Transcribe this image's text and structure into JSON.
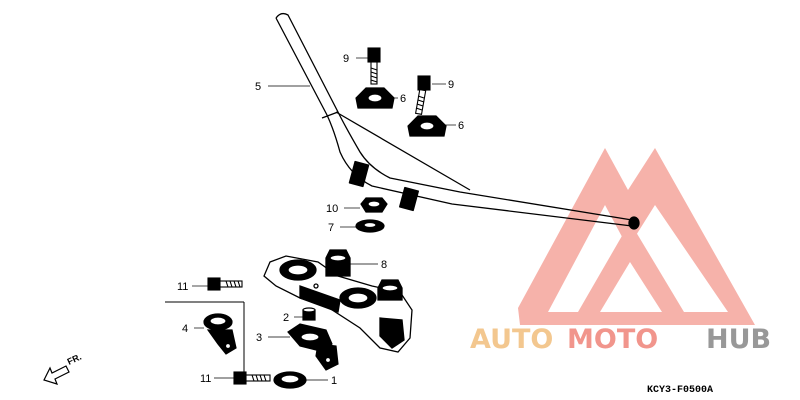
{
  "diagram": {
    "callouts": {
      "p1": "1",
      "p2": "2",
      "p3": "3",
      "p4": "4",
      "p5": "5",
      "p6a": "6",
      "p6b": "6",
      "p7": "7",
      "p8": "8",
      "p9a": "9",
      "p9b": "9",
      "p10": "10",
      "p11a": "11",
      "p11b": "11"
    },
    "direction_label": "FR.",
    "drawing_code": "KCY3-F0500A"
  },
  "watermark": {
    "part1": "AUTO",
    "part2": "MOTO",
    "part3": "HUB",
    "colors": {
      "auto": "#f2c283",
      "moto": "#f08a80",
      "hub": "#8d8d8d",
      "triangle": "#f08a80"
    }
  }
}
